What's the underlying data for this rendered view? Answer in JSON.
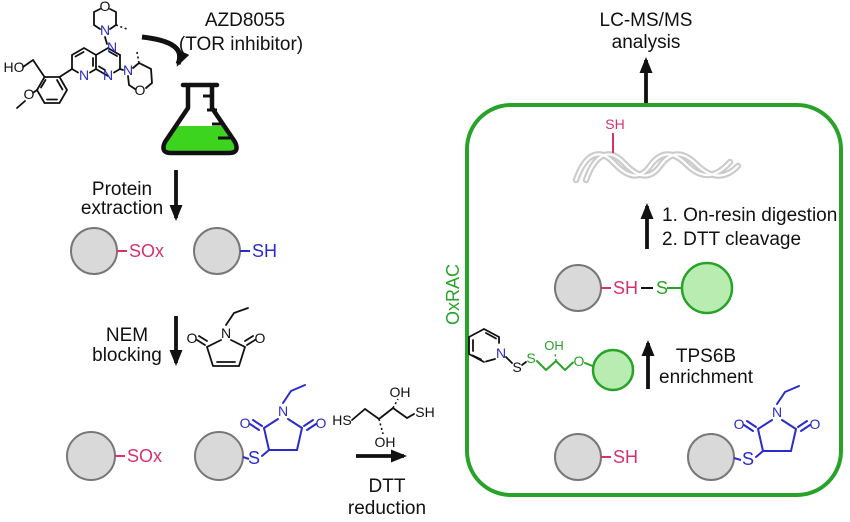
{
  "figure": {
    "title_line1": "AZD8055",
    "title_line2": "(TOR inhibitor)",
    "lcms_line1": "LC-MS/MS",
    "lcms_line2": "analysis",
    "box_label": "OxRAC",
    "steps": {
      "protein_extraction_line1": "Protein",
      "protein_extraction_line2": "extraction",
      "nem_line1": "NEM",
      "nem_line2": "blocking",
      "dtt_line1": "DTT",
      "dtt_line2": "reduction",
      "digestion_line1": "1. On-resin digestion",
      "digestion_line2": "2. DTT cleavage",
      "tps6b_line1": "TPS6B",
      "tps6b_line2": "enrichment"
    },
    "chem_labels": {
      "sox": "SOx",
      "sh": "SH",
      "s": "S",
      "ho": "HO",
      "o": "O",
      "n": "N",
      "oh": "OH",
      "hs": "HS"
    },
    "colors": {
      "oxidized_pink": "#d5326d",
      "reduced_blue": "#2a2cc9",
      "oxrac_green": "#28a228",
      "resin_fill": "#b9ecb0",
      "bead_fill": "#d9d9d9",
      "bead_stroke": "#777777",
      "flask_liquid": "#3dd41f",
      "ribbon_gray": "#cbcbcb",
      "ink_black": "#111111"
    }
  }
}
